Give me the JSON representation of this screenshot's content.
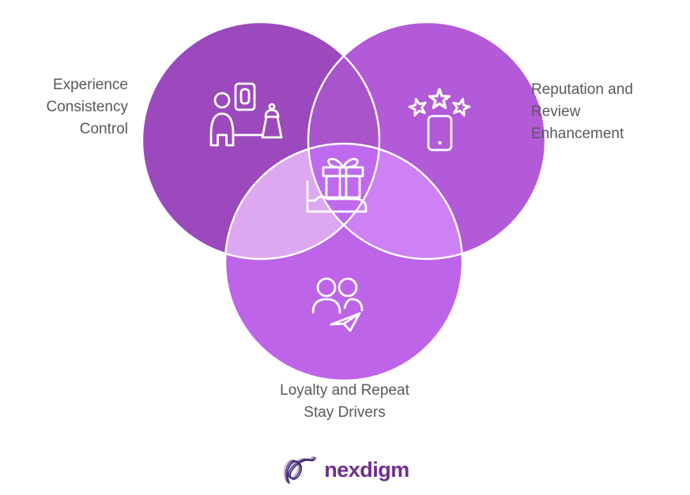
{
  "colors": {
    "background": "#ffffff",
    "circle_left": "#9b49bd",
    "circle_right": "#b25ad8",
    "circle_bottom": "#bd64e8",
    "overlap_left_right": "#a954cb",
    "overlap_left_bottom": "#dda7f1",
    "overlap_right_bottom": "#cd81f4",
    "overlap_center": "#be69ee",
    "circle_outline": "#ffffff",
    "icon_stroke": "#ffffff",
    "label_text": "#58595b",
    "logo_purple": "#702e8f",
    "logo_navy": "#2b2a6e",
    "logo_gray": "#9aa0a6"
  },
  "diagram": {
    "type": "venn-3",
    "sets": [
      {
        "id": "experience-consistency-control",
        "label": "Experience Consistency Control",
        "label_lines": [
          "Experience",
          "Consistency",
          "Control"
        ],
        "icon": "front-desk-icon"
      },
      {
        "id": "reputation-review-enhancement",
        "label": "Reputation and Review Enhancement",
        "label_lines": [
          "Reputation and",
          "Review",
          "Enhancement"
        ],
        "icon": "stars-review-phone-icon"
      },
      {
        "id": "loyalty-repeat-stay-drivers",
        "label": "Loyalty and Repeat Stay Drivers",
        "label_lines": [
          "Loyalty and Repeat",
          "Stay Drivers"
        ],
        "icon": "guests-travel-plane-icon"
      }
    ],
    "center_icon": "hotel-gift-bed-icon"
  },
  "logo": {
    "brand": "nexdigm"
  }
}
